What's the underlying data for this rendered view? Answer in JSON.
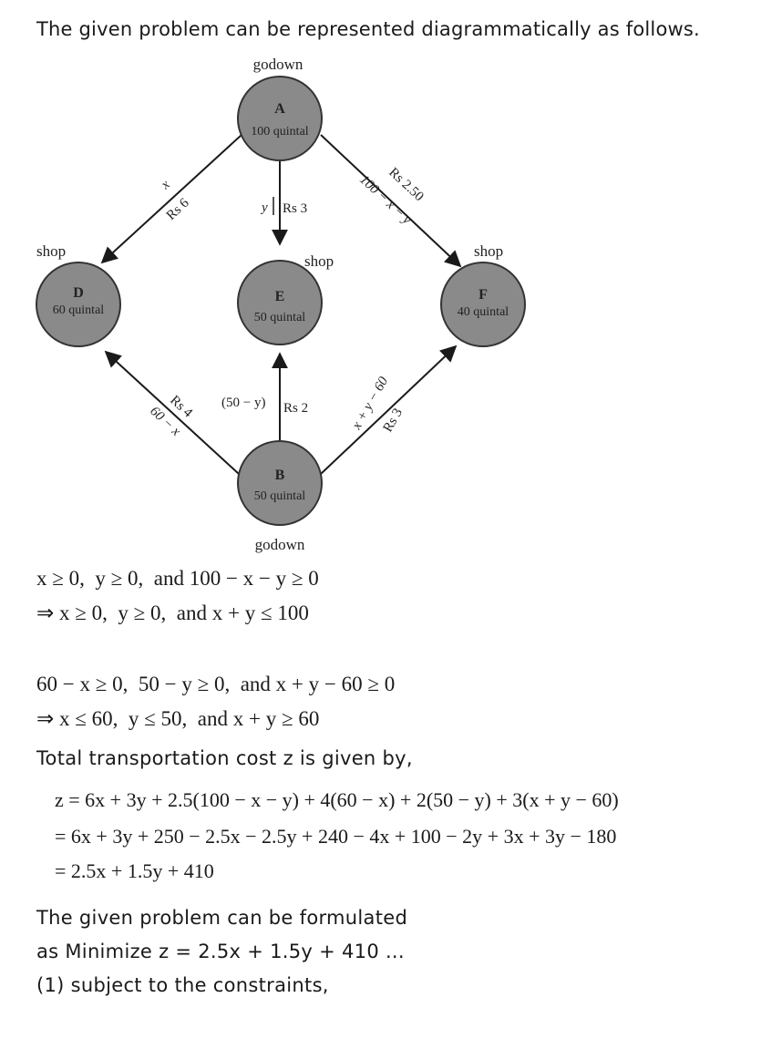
{
  "intro": "The given problem can be represented diagrammatically as follows.",
  "diagram": {
    "labels": {
      "godown_top": "godown",
      "godown_bottom": "godown",
      "shop_d": "shop",
      "shop_e": "shop",
      "shop_f": "shop"
    },
    "nodes": {
      "A": {
        "name": "A",
        "capacity": "100 quintal"
      },
      "B": {
        "name": "B",
        "capacity": "50 quintal"
      },
      "D": {
        "name": "D",
        "capacity": "60 quintal"
      },
      "E": {
        "name": "E",
        "capacity": "50 quintal"
      },
      "F": {
        "name": "F",
        "capacity": "40 quintal"
      }
    },
    "edges": {
      "AD": {
        "qty": "x",
        "cost": "Rs 6"
      },
      "AE": {
        "qty": "y",
        "cost": "Rs 3"
      },
      "AF": {
        "qty": "100 − x − y",
        "cost": "Rs 2.50"
      },
      "BD": {
        "qty": "60 − x",
        "cost": "Rs 4"
      },
      "BE": {
        "qty": "(50 − y)",
        "cost": "Rs 2"
      },
      "BF": {
        "qty": "x + y − 60",
        "cost": "Rs 3"
      }
    },
    "colors": {
      "node_fill": "#8a8a8a",
      "line": "#1a1a1a"
    }
  },
  "math": {
    "c1": "x ≥ 0,  y ≥ 0,  and 100 − x − y ≥ 0",
    "c2": "⇒ x ≥ 0,  y ≥ 0,  and x + y ≤ 100",
    "c3": "60 − x ≥ 0,  50 − y ≥ 0,  and x + y − 60 ≥ 0",
    "c4": "⇒ x ≤ 60,  y ≤ 50,  and x + y ≥ 60",
    "z1": "z = 6x + 3y + 2.5(100 − x − y) + 4(60 − x) + 2(50 − y) + 3(x + y − 60)",
    "z2": "= 6x + 3y + 250 − 2.5x − 2.5y + 240 − 4x + 100 − 2y + 3x + 3y − 180",
    "z3": "= 2.5x + 1.5y + 410"
  },
  "text": {
    "cost_intro": "Total transportation cost z is given by,",
    "formulate_1": "The given problem can be formulated",
    "formulate_2": "as Minimize z = 2.5x + 1.5y + 410 ...",
    "formulate_3": "(1) subject to the constraints,"
  }
}
